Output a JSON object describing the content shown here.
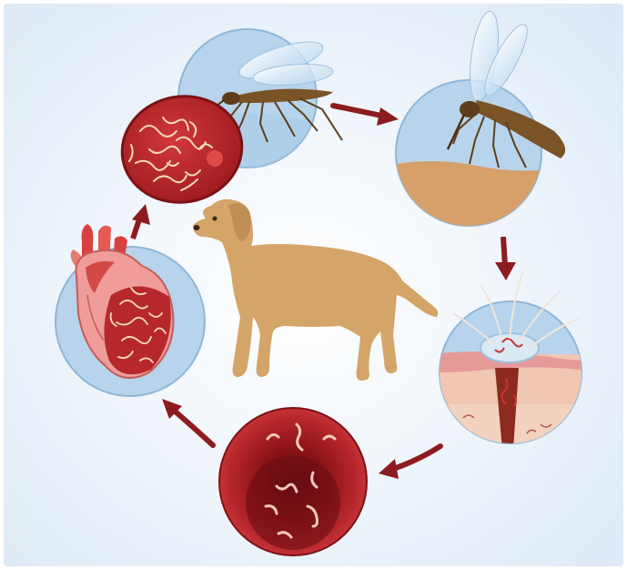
{
  "diagram": {
    "type": "lifecycle-cycle",
    "colors": {
      "background_center": "#ffffff",
      "background_edge": "#dbe8f5",
      "arrow": "#8d1c1f",
      "circle_blue": "#b7d4ec",
      "skin": "#d7a06a",
      "dog": "#d4a468",
      "blood": "#b9282b",
      "worm": "#f3d9b8"
    },
    "stages": [
      {
        "id": "mosquito-feeding-on-infected-blood",
        "icon": "mosquito-with-blood-cell-icon"
      },
      {
        "id": "mosquito-biting-skin",
        "icon": "mosquito-bite-icon"
      },
      {
        "id": "larvae-entering-skin",
        "icon": "skin-cross-section-icon"
      },
      {
        "id": "larvae-in-bloodstream",
        "icon": "blood-vessel-larvae-icon"
      },
      {
        "id": "worms-in-heart",
        "icon": "heart-with-worms-icon"
      }
    ],
    "center": {
      "icon": "dog-icon"
    }
  }
}
